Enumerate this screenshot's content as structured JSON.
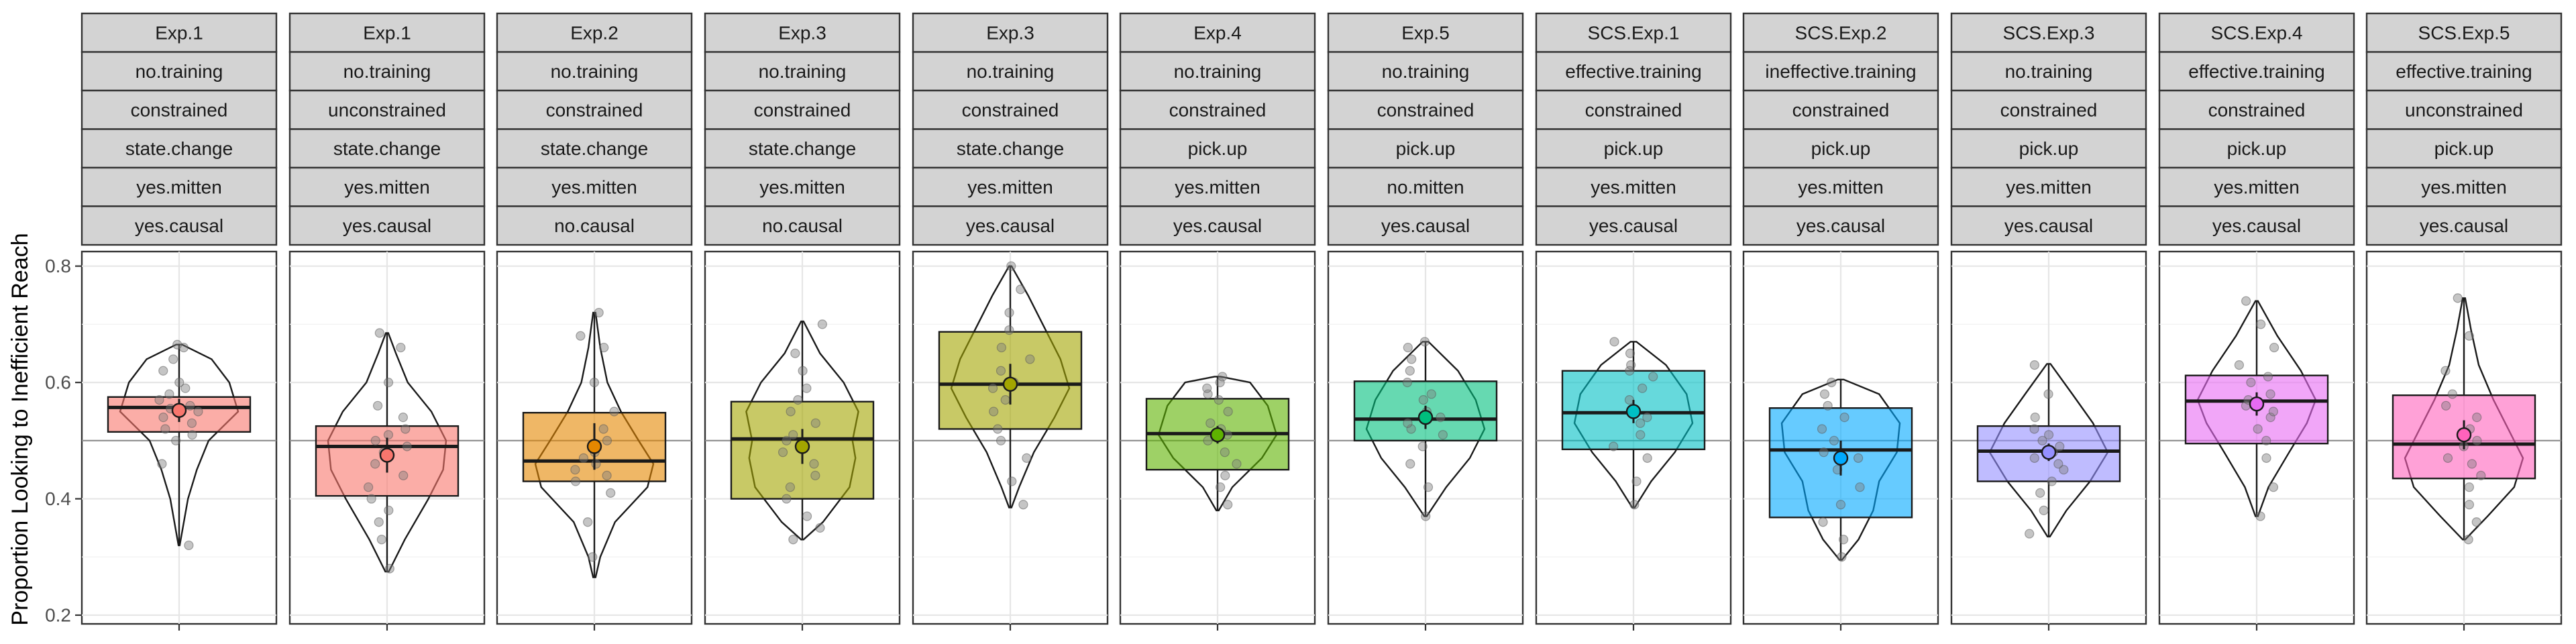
{
  "chart_data": {
    "type": "box",
    "title": "",
    "xlabel": "",
    "ylabel": "Proportion Looking to Inefficient Reach",
    "ylim": [
      0.185,
      0.825
    ],
    "yticks": [
      0.2,
      0.4,
      0.6,
      0.8
    ],
    "ytick_labels": [
      "0.2",
      "0.4",
      "0.6",
      "0.8"
    ],
    "reference_line": 0.5,
    "grid": true,
    "legend": "none",
    "overlays": [
      "violin",
      "jittered points",
      "mean with error bar"
    ],
    "panels": [
      {
        "strips": [
          "Exp.1",
          "no.training",
          "constrained",
          "state.change",
          "yes.mitten",
          "yes.causal"
        ],
        "color": "#F8766D",
        "box": {
          "q1": 0.515,
          "median": 0.557,
          "q3": 0.575,
          "lower_whisker": 0.32,
          "upper_whisker": 0.665
        },
        "mean": 0.552,
        "mean_se": 0.02,
        "violin": [
          [
            0.32,
            0.01
          ],
          [
            0.4,
            0.15
          ],
          [
            0.45,
            0.3
          ],
          [
            0.5,
            0.5
          ],
          [
            0.55,
            1.0
          ],
          [
            0.6,
            0.85
          ],
          [
            0.64,
            0.55
          ],
          [
            0.665,
            0.05
          ]
        ],
        "points": [
          0.32,
          0.46,
          0.5,
          0.51,
          0.52,
          0.53,
          0.54,
          0.55,
          0.555,
          0.56,
          0.57,
          0.58,
          0.59,
          0.6,
          0.62,
          0.64,
          0.66,
          0.665
        ]
      },
      {
        "strips": [
          "Exp.1",
          "no.training",
          "unconstrained",
          "state.change",
          "yes.mitten",
          "yes.causal"
        ],
        "color": "#F8766D",
        "box": {
          "q1": 0.405,
          "median": 0.49,
          "q3": 0.525,
          "lower_whisker": 0.275,
          "upper_whisker": 0.685
        },
        "mean": 0.475,
        "mean_se": 0.03,
        "violin": [
          [
            0.275,
            0.03
          ],
          [
            0.33,
            0.3
          ],
          [
            0.4,
            0.7
          ],
          [
            0.45,
            0.95
          ],
          [
            0.5,
            1.0
          ],
          [
            0.55,
            0.75
          ],
          [
            0.6,
            0.35
          ],
          [
            0.65,
            0.15
          ],
          [
            0.685,
            0.02
          ]
        ],
        "points": [
          0.28,
          0.33,
          0.36,
          0.38,
          0.4,
          0.42,
          0.44,
          0.46,
          0.48,
          0.49,
          0.5,
          0.51,
          0.52,
          0.54,
          0.56,
          0.6,
          0.66,
          0.685
        ]
      },
      {
        "strips": [
          "Exp.2",
          "no.training",
          "constrained",
          "state.change",
          "yes.mitten",
          "no.causal"
        ],
        "color": "#E58700",
        "box": {
          "q1": 0.43,
          "median": 0.465,
          "q3": 0.548,
          "lower_whisker": 0.265,
          "upper_whisker": 0.72
        },
        "mean": 0.49,
        "mean_se": 0.04,
        "violin": [
          [
            0.265,
            0.02
          ],
          [
            0.3,
            0.1
          ],
          [
            0.36,
            0.35
          ],
          [
            0.42,
            0.9
          ],
          [
            0.46,
            1.0
          ],
          [
            0.5,
            0.75
          ],
          [
            0.55,
            0.45
          ],
          [
            0.6,
            0.22
          ],
          [
            0.66,
            0.1
          ],
          [
            0.72,
            0.02
          ]
        ],
        "points": [
          0.3,
          0.36,
          0.41,
          0.43,
          0.44,
          0.45,
          0.46,
          0.47,
          0.48,
          0.5,
          0.52,
          0.55,
          0.6,
          0.66,
          0.68,
          0.72
        ]
      },
      {
        "strips": [
          "Exp.3",
          "no.training",
          "constrained",
          "state.change",
          "yes.mitten",
          "no.causal"
        ],
        "color": "#A3A500",
        "box": {
          "q1": 0.4,
          "median": 0.503,
          "q3": 0.567,
          "lower_whisker": 0.33,
          "upper_whisker": 0.705
        },
        "mean": 0.49,
        "mean_se": 0.03,
        "violin": [
          [
            0.33,
            0.02
          ],
          [
            0.36,
            0.35
          ],
          [
            0.42,
            0.8
          ],
          [
            0.47,
            0.9
          ],
          [
            0.5,
            0.85
          ],
          [
            0.55,
            0.95
          ],
          [
            0.6,
            0.7
          ],
          [
            0.65,
            0.3
          ],
          [
            0.705,
            0.02
          ]
        ],
        "points": [
          0.33,
          0.35,
          0.37,
          0.4,
          0.42,
          0.44,
          0.46,
          0.48,
          0.5,
          0.51,
          0.53,
          0.55,
          0.57,
          0.59,
          0.62,
          0.65,
          0.7
        ]
      },
      {
        "strips": [
          "Exp.3",
          "no.training",
          "constrained",
          "state.change",
          "yes.mitten",
          "yes.causal"
        ],
        "color": "#A3A500",
        "box": {
          "q1": 0.52,
          "median": 0.597,
          "q3": 0.687,
          "lower_whisker": 0.385,
          "upper_whisker": 0.8
        },
        "mean": 0.597,
        "mean_se": 0.035,
        "violin": [
          [
            0.385,
            0.02
          ],
          [
            0.42,
            0.15
          ],
          [
            0.48,
            0.4
          ],
          [
            0.54,
            0.75
          ],
          [
            0.59,
            1.0
          ],
          [
            0.64,
            0.85
          ],
          [
            0.7,
            0.55
          ],
          [
            0.75,
            0.3
          ],
          [
            0.8,
            0.02
          ]
        ],
        "points": [
          0.39,
          0.43,
          0.47,
          0.5,
          0.52,
          0.55,
          0.57,
          0.59,
          0.6,
          0.62,
          0.64,
          0.66,
          0.69,
          0.72,
          0.76,
          0.8
        ]
      },
      {
        "strips": [
          "Exp.4",
          "no.training",
          "constrained",
          "pick.up",
          "yes.mitten",
          "yes.causal"
        ],
        "color": "#5EB300",
        "box": {
          "q1": 0.45,
          "median": 0.512,
          "q3": 0.572,
          "lower_whisker": 0.38,
          "upper_whisker": 0.61
        },
        "mean": 0.51,
        "mean_se": 0.015,
        "violin": [
          [
            0.38,
            0.02
          ],
          [
            0.42,
            0.25
          ],
          [
            0.47,
            0.75
          ],
          [
            0.51,
            1.0
          ],
          [
            0.56,
            0.85
          ],
          [
            0.6,
            0.55
          ],
          [
            0.61,
            0.05
          ]
        ],
        "points": [
          0.39,
          0.42,
          0.44,
          0.46,
          0.48,
          0.5,
          0.51,
          0.52,
          0.53,
          0.55,
          0.57,
          0.58,
          0.59,
          0.6,
          0.61
        ]
      },
      {
        "strips": [
          "Exp.5",
          "no.training",
          "constrained",
          "pick.up",
          "no.mitten",
          "yes.causal"
        ],
        "color": "#00BF7D",
        "box": {
          "q1": 0.5,
          "median": 0.537,
          "q3": 0.602,
          "lower_whisker": 0.37,
          "upper_whisker": 0.67
        },
        "mean": 0.54,
        "mean_se": 0.02,
        "violin": [
          [
            0.37,
            0.02
          ],
          [
            0.42,
            0.35
          ],
          [
            0.47,
            0.75
          ],
          [
            0.52,
            1.0
          ],
          [
            0.57,
            0.85
          ],
          [
            0.62,
            0.55
          ],
          [
            0.67,
            0.05
          ]
        ],
        "points": [
          0.37,
          0.42,
          0.46,
          0.49,
          0.51,
          0.52,
          0.53,
          0.54,
          0.55,
          0.57,
          0.58,
          0.6,
          0.62,
          0.64,
          0.66,
          0.67
        ]
      },
      {
        "strips": [
          "SCS.Exp.1",
          "effective.training",
          "constrained",
          "pick.up",
          "yes.mitten",
          "yes.causal"
        ],
        "color": "#00BFC4",
        "box": {
          "q1": 0.485,
          "median": 0.548,
          "q3": 0.62,
          "lower_whisker": 0.385,
          "upper_whisker": 0.67
        },
        "mean": 0.55,
        "mean_se": 0.02,
        "violin": [
          [
            0.385,
            0.02
          ],
          [
            0.43,
            0.3
          ],
          [
            0.48,
            0.7
          ],
          [
            0.53,
            1.0
          ],
          [
            0.58,
            0.9
          ],
          [
            0.63,
            0.55
          ],
          [
            0.67,
            0.05
          ]
        ],
        "points": [
          0.39,
          0.43,
          0.47,
          0.49,
          0.51,
          0.53,
          0.54,
          0.55,
          0.57,
          0.59,
          0.61,
          0.62,
          0.63,
          0.65,
          0.67
        ]
      },
      {
        "strips": [
          "SCS.Exp.2",
          "ineffective.training",
          "constrained",
          "pick.up",
          "yes.mitten",
          "yes.causal"
        ],
        "color": "#00A9FF",
        "box": {
          "q1": 0.368,
          "median": 0.484,
          "q3": 0.556,
          "lower_whisker": 0.295,
          "upper_whisker": 0.605
        },
        "mean": 0.47,
        "mean_se": 0.03,
        "violin": [
          [
            0.295,
            0.02
          ],
          [
            0.33,
            0.3
          ],
          [
            0.38,
            0.55
          ],
          [
            0.43,
            0.65
          ],
          [
            0.48,
            0.95
          ],
          [
            0.53,
            1.0
          ],
          [
            0.58,
            0.65
          ],
          [
            0.605,
            0.05
          ]
        ],
        "points": [
          0.3,
          0.33,
          0.36,
          0.39,
          0.42,
          0.45,
          0.47,
          0.48,
          0.5,
          0.52,
          0.54,
          0.56,
          0.58,
          0.6
        ]
      },
      {
        "strips": [
          "SCS.Exp.3",
          "no.training",
          "constrained",
          "pick.up",
          "yes.mitten",
          "yes.causal"
        ],
        "color": "#9590FF",
        "box": {
          "q1": 0.43,
          "median": 0.482,
          "q3": 0.525,
          "lower_whisker": 0.335,
          "upper_whisker": 0.632
        },
        "mean": 0.48,
        "mean_se": 0.015,
        "violin": [
          [
            0.335,
            0.02
          ],
          [
            0.38,
            0.3
          ],
          [
            0.43,
            0.7
          ],
          [
            0.48,
            1.0
          ],
          [
            0.53,
            0.75
          ],
          [
            0.58,
            0.4
          ],
          [
            0.632,
            0.03
          ]
        ],
        "points": [
          0.34,
          0.38,
          0.41,
          0.43,
          0.45,
          0.46,
          0.47,
          0.48,
          0.49,
          0.5,
          0.51,
          0.52,
          0.54,
          0.58,
          0.63
        ]
      },
      {
        "strips": [
          "SCS.Exp.4",
          "effective.training",
          "constrained",
          "pick.up",
          "yes.mitten",
          "yes.causal"
        ],
        "color": "#E76BF3",
        "box": {
          "q1": 0.495,
          "median": 0.568,
          "q3": 0.612,
          "lower_whisker": 0.37,
          "upper_whisker": 0.74
        },
        "mean": 0.563,
        "mean_se": 0.02,
        "violin": [
          [
            0.37,
            0.02
          ],
          [
            0.42,
            0.2
          ],
          [
            0.48,
            0.55
          ],
          [
            0.53,
            0.85
          ],
          [
            0.57,
            1.0
          ],
          [
            0.62,
            0.75
          ],
          [
            0.68,
            0.35
          ],
          [
            0.74,
            0.02
          ]
        ],
        "points": [
          0.37,
          0.42,
          0.47,
          0.5,
          0.52,
          0.54,
          0.55,
          0.56,
          0.57,
          0.58,
          0.6,
          0.61,
          0.63,
          0.66,
          0.7,
          0.74
        ]
      },
      {
        "strips": [
          "SCS.Exp.5",
          "effective.training",
          "unconstrained",
          "pick.up",
          "yes.mitten",
          "yes.causal"
        ],
        "color": "#FF62BC",
        "box": {
          "q1": 0.435,
          "median": 0.494,
          "q3": 0.578,
          "lower_whisker": 0.33,
          "upper_whisker": 0.745
        },
        "mean": 0.51,
        "mean_se": 0.025,
        "violin": [
          [
            0.33,
            0.02
          ],
          [
            0.37,
            0.4
          ],
          [
            0.42,
            0.85
          ],
          [
            0.47,
            1.0
          ],
          [
            0.52,
            0.75
          ],
          [
            0.57,
            0.5
          ],
          [
            0.63,
            0.25
          ],
          [
            0.69,
            0.12
          ],
          [
            0.745,
            0.02
          ]
        ],
        "points": [
          0.33,
          0.36,
          0.39,
          0.42,
          0.44,
          0.46,
          0.47,
          0.49,
          0.5,
          0.52,
          0.54,
          0.56,
          0.58,
          0.62,
          0.68,
          0.745
        ]
      }
    ]
  }
}
